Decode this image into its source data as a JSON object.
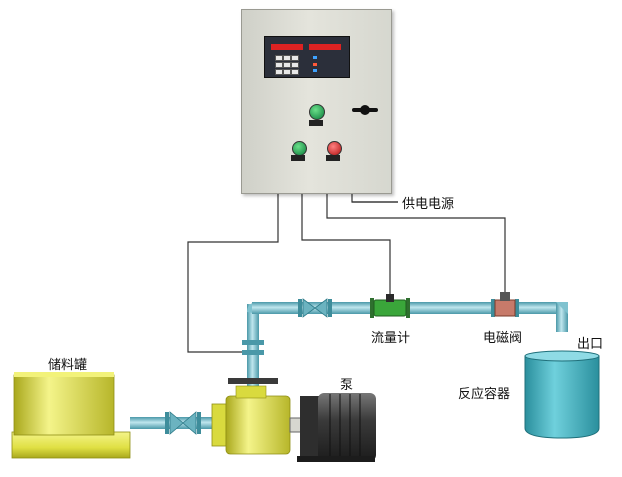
{
  "labels": {
    "power_supply": "供电电源",
    "flow_meter": "流量计",
    "solenoid_valve": "电磁阀",
    "outlet": "出口",
    "storage_tank": "储料罐",
    "pump": "泵",
    "reactor": "反应容器"
  },
  "colors": {
    "pipe": "#7fc2cf",
    "pipe_dark": "#4a98a8",
    "tank_yellow": "#e8e84a",
    "pump_yellow": "#e9ea5c",
    "motor": "#4a4a4a",
    "reactor": "#45b6c4",
    "panel": "#d9dad2",
    "wire": "#333333"
  }
}
